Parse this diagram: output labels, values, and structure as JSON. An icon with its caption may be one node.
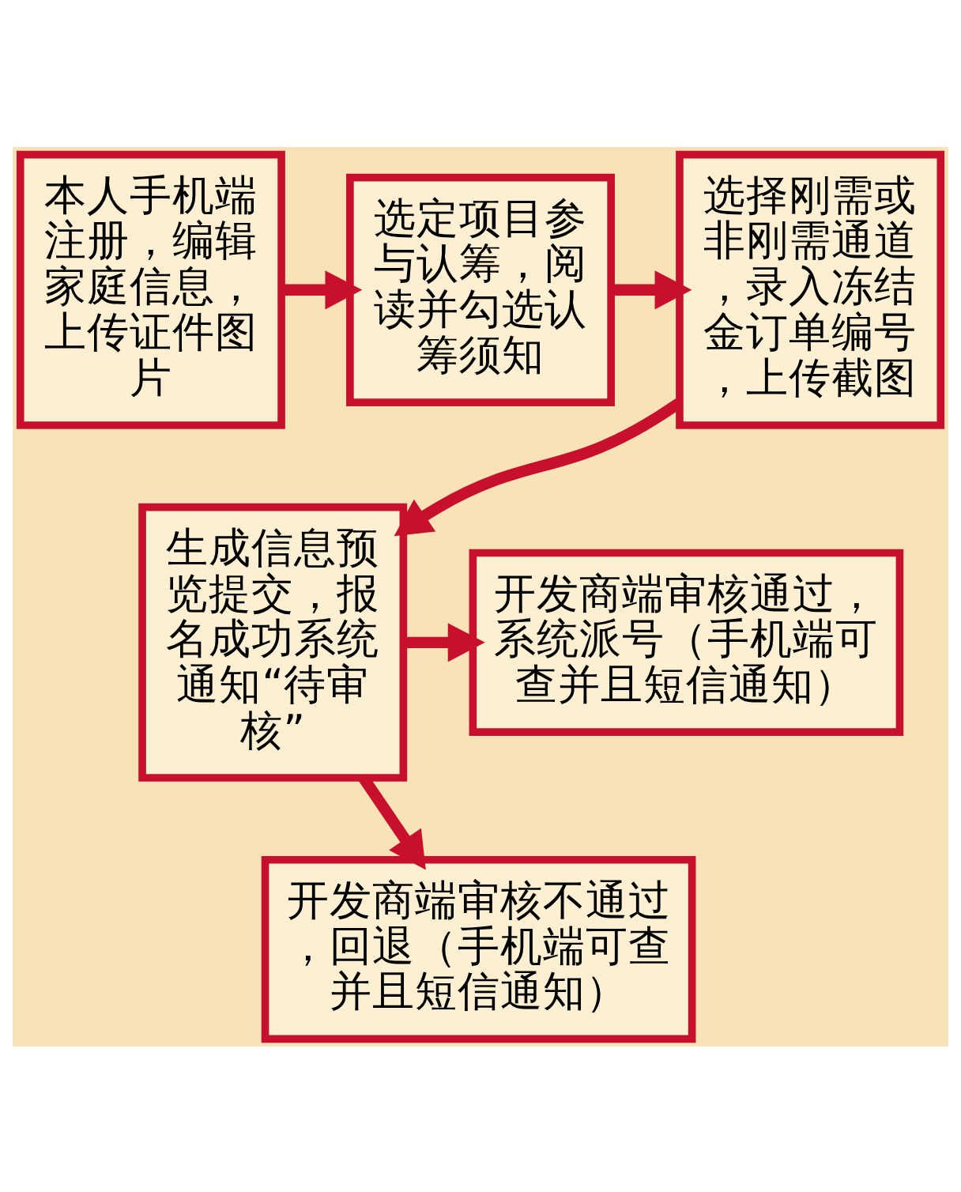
{
  "diagram": {
    "nodes": [
      {
        "text": [
          "本人手机端注册，编辑家庭信息，上传证件图片"
        ]
      },
      {
        "text": [
          "选定项目参与认筹，阅读并勾选认筹须知"
        ]
      },
      {
        "text": [
          "选择刚需或非刚需通道，录入冻结金订单编号，上传截图"
        ]
      },
      {
        "text": [
          "生成信息预览提交，报名成功系统通知“待审核”"
        ]
      },
      {
        "text": [
          "开发商端审核通过，系统派号（手机端可查并且短信通知）"
        ]
      },
      {
        "text": [
          "开发商端审核不通过，回退（手机端可查并且短信通知）"
        ]
      }
    ],
    "edges": [
      {
        "from": 0,
        "to": 1,
        "arrow": "to"
      },
      {
        "from": 1,
        "to": 2,
        "arrow": "to"
      },
      {
        "from": 2,
        "to": 3,
        "arrow": "to"
      },
      {
        "from": 3,
        "to": 4,
        "arrow": "to"
      },
      {
        "from": 3,
        "to": 5,
        "arrow": "to"
      }
    ]
  }
}
